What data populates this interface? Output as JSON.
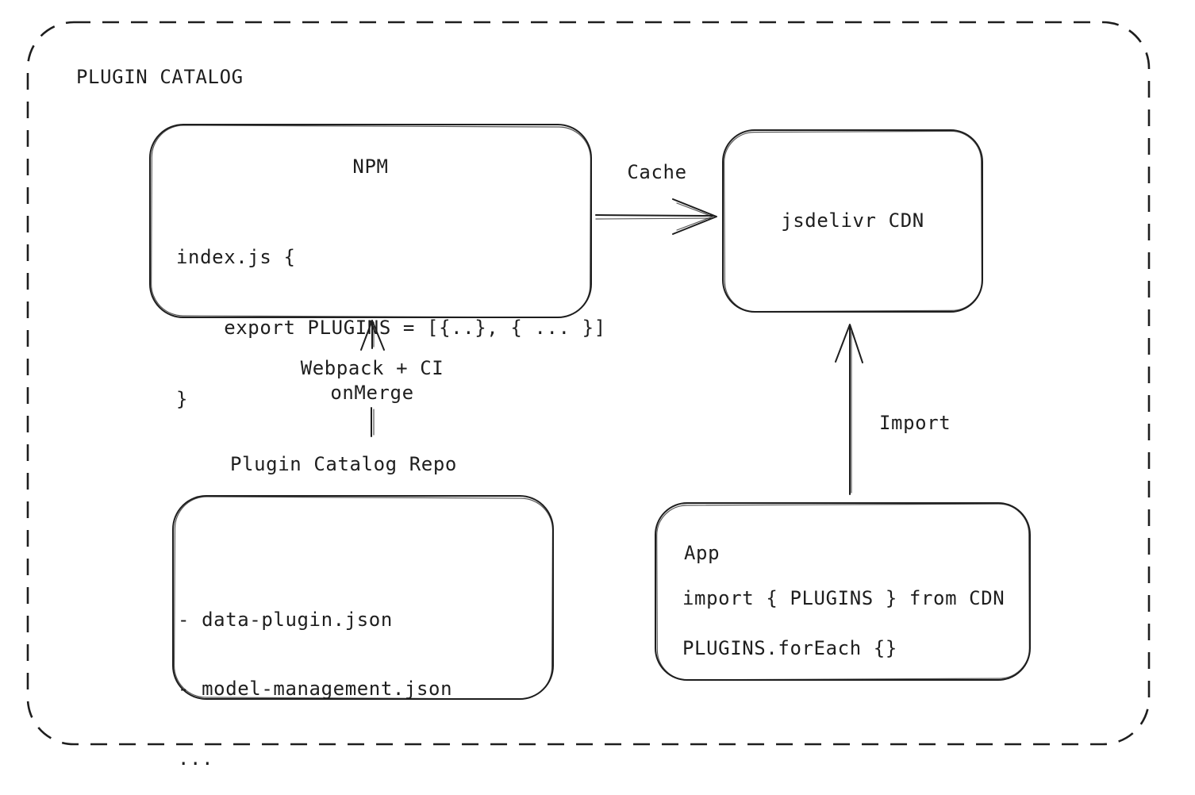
{
  "diagram": {
    "title": "PLUGIN CATALOG",
    "npm": {
      "title": "NPM",
      "code": [
        "index.js {",
        "    export PLUGINS = [{..}, { ... }]",
        "}"
      ]
    },
    "cdn": {
      "label": "jsdelivr CDN"
    },
    "repo": {
      "label": "Plugin Catalog Repo",
      "files": [
        "- data-plugin.json",
        "- model-management.json",
        "..."
      ]
    },
    "app": {
      "title": "App",
      "code": [
        "import { PLUGINS } from CDN",
        "PLUGINS.forEach {}"
      ]
    },
    "edges": {
      "cache": "Cache",
      "build_line1": "Webpack + CI",
      "build_line2": "onMerge",
      "import": "Import"
    },
    "colors": {
      "stroke": "#1e1e1e",
      "background": "#ffffff"
    }
  }
}
